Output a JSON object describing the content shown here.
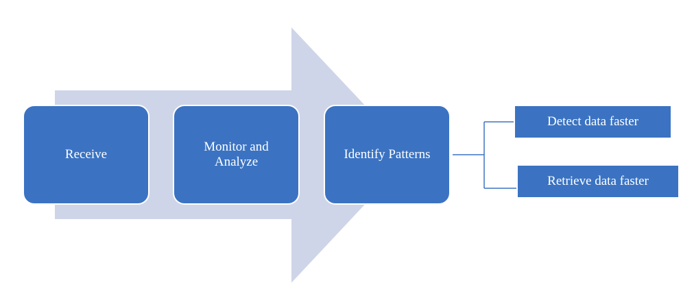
{
  "colors": {
    "arrow": "#cfd5e8",
    "box_fill": "#3b73c2",
    "box_border": "#ffffff",
    "connector": "#3b73c2",
    "text": "#ffffff"
  },
  "steps": [
    {
      "label": "Receive"
    },
    {
      "label": "Monitor and Analyze"
    },
    {
      "label": "Identify Patterns"
    }
  ],
  "results": [
    {
      "label": "Detect data faster"
    },
    {
      "label": "Retrieve data faster"
    }
  ]
}
